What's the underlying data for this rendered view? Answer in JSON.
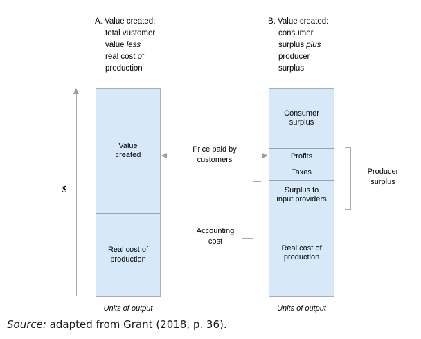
{
  "figure": {
    "panel_a": {
      "heading": {
        "line1": "A. Value created:",
        "line2": "total vustomer",
        "line3_normal": "value",
        "line3_italic": "less",
        "line4": "real cost of",
        "line5": "production"
      },
      "segments": [
        {
          "label": "Value\ncreated"
        },
        {
          "label": "Real cost of\nproduction"
        }
      ],
      "axis_label": "Units of output"
    },
    "panel_b": {
      "heading": {
        "line1": "B. Value created:",
        "line2": "consumer",
        "line3_normal": "surplus",
        "line3_italic": "plus",
        "line4": "producer",
        "line5": "surplus"
      },
      "segments": [
        {
          "label": "Consumer\nsurplus"
        },
        {
          "label": "Profits"
        },
        {
          "label": "Taxes"
        },
        {
          "label": "Surplus to\ninput providers"
        },
        {
          "label": "Real cost of\nproduction"
        }
      ],
      "axis_label": "Units of output"
    },
    "y_axis_label": "$",
    "annotations": {
      "price": {
        "label": "Price paid by\ncustomers"
      },
      "accounting": {
        "label": "Accounting\ncost"
      },
      "producer": {
        "label": "Producer\nsurplus"
      }
    }
  },
  "source": {
    "prefix_italic": "Source:",
    "text": " adapted from Grant (2018, p. 36)."
  },
  "colors": {
    "box_fill": "#d7e9f8",
    "box_border": "#a6aeb6",
    "divider": "#98a2ac",
    "line": "#ababab",
    "arrowhead": "#9e9e9e",
    "text": "#000000",
    "source_text": "#181818"
  }
}
